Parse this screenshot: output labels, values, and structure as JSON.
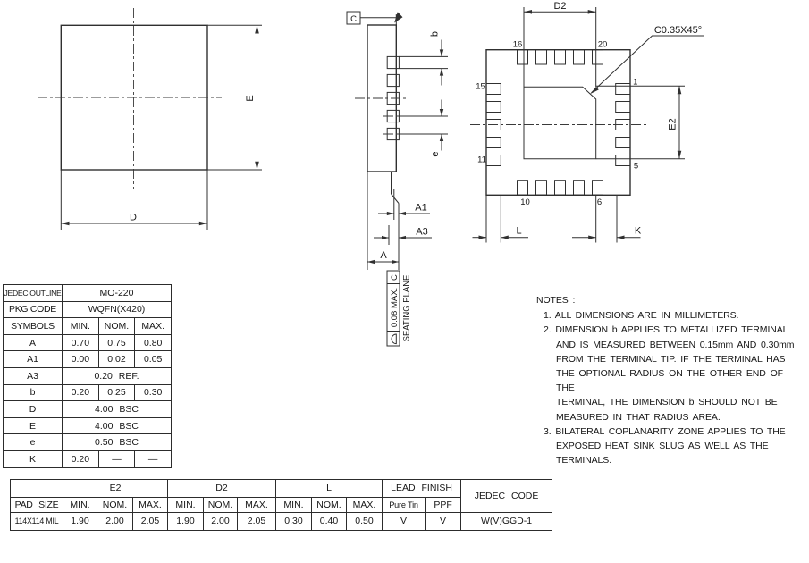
{
  "drawing": {
    "top": {
      "d": "D",
      "e": "E"
    },
    "side": {
      "datum": "C",
      "b": "b",
      "e": "e",
      "a1": "A1",
      "a3": "A3",
      "a": "A",
      "flatness": "0.08 MAX.",
      "flatness_datum": "C",
      "seating_plane": "SEATING PLANE"
    },
    "bottom": {
      "d2": "D2",
      "e2": "E2",
      "l": "L",
      "k": "K",
      "chamfer": "C0.35X45°",
      "pin1": "1",
      "pin5": "5",
      "pin6": "6",
      "pin10": "10",
      "pin11": "11",
      "pin15": "15",
      "pin16": "16",
      "pin20": "20"
    }
  },
  "dim_table": {
    "rows": [
      {
        "label": "JEDEC OUTLINE",
        "value": "MO-220"
      },
      {
        "label": "PKG CODE",
        "value": "WQFN(X420)"
      },
      {
        "label": "SYMBOLS",
        "min": "MIN.",
        "nom": "NOM.",
        "max": "MAX."
      },
      {
        "label": "A",
        "min": "0.70",
        "nom": "0.75",
        "max": "0.80"
      },
      {
        "label": "A1",
        "min": "0.00",
        "nom": "0.02",
        "max": "0.05"
      },
      {
        "label": "A3",
        "value": "0.20 REF."
      },
      {
        "label": "b",
        "min": "0.20",
        "nom": "0.25",
        "max": "0.30"
      },
      {
        "label": "D",
        "value": "4.00 BSC"
      },
      {
        "label": "E",
        "value": "4.00 BSC"
      },
      {
        "label": "e",
        "value": "0.50 BSC"
      },
      {
        "label": "K",
        "min": "0.20",
        "nom": "—",
        "max": "—"
      }
    ]
  },
  "pad_table": {
    "groups": {
      "e2": "E2",
      "d2": "D2",
      "l": "L",
      "lead": "LEAD FINISH",
      "jedec": "JEDEC CODE"
    },
    "headers": {
      "pad_size": "PAD SIZE",
      "min": "MIN.",
      "nom": "NOM.",
      "max": "MAX.",
      "pure_tin": "Pure Tin",
      "ppf": "PPF"
    },
    "data": {
      "pad_size": "114X114 MIL",
      "e2_min": "1.90",
      "e2_nom": "2.00",
      "e2_max": "2.05",
      "d2_min": "1.90",
      "d2_nom": "2.00",
      "d2_max": "2.05",
      "l_min": "0.30",
      "l_nom": "0.40",
      "l_max": "0.50",
      "pure_tin": "V",
      "ppf": "V",
      "jedec_code": "W(V)GGD-1"
    }
  },
  "notes": {
    "title": "NOTES :",
    "lines": [
      "1. ALL DIMENSIONS ARE IN MILLIMETERS.",
      "2. DIMENSION b APPLIES TO METALLIZED TERMINAL",
      "AND IS MEASURED BETWEEN 0.15mm AND 0.30mm",
      "FROM THE TERMINAL TIP. IF THE TERMINAL HAS",
      "THE OPTIONAL RADIUS ON THE OTHER END OF THE",
      "TERMINAL, THE DIMENSION b SHOULD NOT BE",
      "MEASURED IN THAT RADIUS AREA.",
      "3. BILATERAL COPLANARITY ZONE APPLIES TO THE",
      "EXPOSED HEAT SINK SLUG AS WELL AS THE",
      "TERMINALS."
    ]
  }
}
